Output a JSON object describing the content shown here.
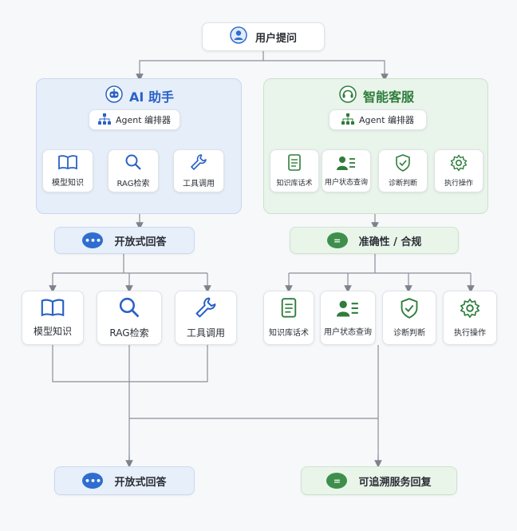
{
  "top": {
    "label": "用户提问"
  },
  "ai_panel": {
    "title": "AI 助手",
    "orchestrator": "Agent 编排器",
    "tools": [
      "模型知识",
      "RAG检索",
      "工具调用"
    ]
  },
  "cs_panel": {
    "title": "智能客服",
    "orchestrator": "Agent 编排器",
    "tools": [
      "知识库话术",
      "用户状态查询",
      "诊断判断",
      "执行操作"
    ]
  },
  "ai_mid": {
    "label": "开放式回答"
  },
  "cs_mid": {
    "label": "准确性 / 合规"
  },
  "ai_lower_tools": [
    "模型知识",
    "RAG检索",
    "工具调用"
  ],
  "cs_lower_tools": [
    "知识库话术",
    "用户状态查询",
    "诊断判断",
    "执行操作"
  ],
  "ai_bottom": {
    "label": "开放式回答"
  },
  "cs_bottom": {
    "label": "可追溯服务回复"
  },
  "colors": {
    "blue": "#2f6ed0",
    "green": "#3e8f4c",
    "line": "#7d838c"
  }
}
